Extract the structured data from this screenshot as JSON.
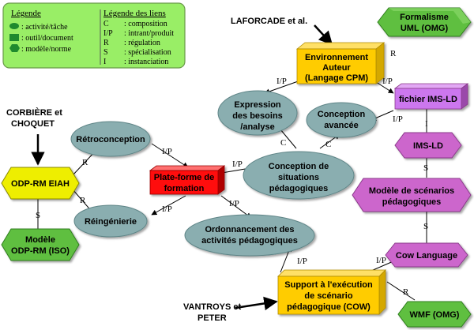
{
  "legend": {
    "title_left": "Légende",
    "items": [
      {
        "icon": "ellipse",
        "text": ": activité/tâche"
      },
      {
        "icon": "rectangle",
        "text": ": outil/document"
      },
      {
        "icon": "hexagon",
        "text": ": modèle/norme"
      }
    ],
    "title_right": "Légende des liens",
    "links": [
      {
        "code": "C",
        "text": ": composition"
      },
      {
        "code": "I/P",
        "text": ": intrant/produit"
      },
      {
        "code": "R",
        "text": ": régulation"
      },
      {
        "code": "S",
        "text": ": spécialisation"
      },
      {
        "code": "I",
        "text": ": instanciation"
      }
    ],
    "colors": {
      "background": "#99ee66",
      "border": "#6a9a4a",
      "shape": "#1f8a2e"
    }
  },
  "authors": {
    "laforcade": "LAFORCADE et al.",
    "corbiere": [
      "CORBIÈRE et",
      "CHOQUET"
    ],
    "vantroys": [
      "VANTROYS et",
      "PETER"
    ]
  },
  "nodes": {
    "formalisme_uml": [
      "Formalisme",
      "UML (OMG)"
    ],
    "environnement_auteur": [
      "Environnement",
      "Auteur",
      "(Langage CPM)"
    ],
    "fichier_ims_ld": [
      "fichier IMS-LD"
    ],
    "expression_besoins": [
      "Expression",
      "des besoins",
      "/analyse"
    ],
    "conception_avancee": [
      "Conception",
      "avancée"
    ],
    "ims_ld": [
      "IMS-LD"
    ],
    "retroconception": [
      "Rétroconception"
    ],
    "plate_forme": [
      "Plate-forme de",
      "formation"
    ],
    "conception_situations": [
      "Conception de",
      "situations",
      "pédagogiques"
    ],
    "odp_rm_eiah": [
      "ODP-RM EIAH"
    ],
    "modele_scenarios": [
      "Modèle de scénarios",
      "pédagogiques"
    ],
    "reingenierie": [
      "Réingénierie"
    ],
    "ordonnancement": [
      "Ordonnancement des",
      "activités pédagogiques"
    ],
    "modele_odp_rm": [
      "Modèle",
      "ODP-RM (ISO)"
    ],
    "cow_language": [
      "Cow Language"
    ],
    "support_execution": [
      "Support à l'exécution",
      "de scénario",
      "pédagogique (COW)"
    ],
    "wmf_omg": [
      "WMF (OMG)"
    ]
  },
  "edge_labels": {
    "r": "R",
    "ip": "I/P",
    "c": "C",
    "s": "S",
    "i": "I"
  },
  "colors": {
    "activity": "#8aaeb0",
    "activity_edge": "#5f8587",
    "model_green": "#5fbf40",
    "model_green_dark": "#2e7d1e",
    "model_purple": "#cc66cc",
    "model_purple_dark": "#8a3a8a",
    "tool_yellow": "#ffcc00",
    "tool_red": "#ff1010",
    "tool_violet": "#cc77ee",
    "odp_yellow": "#eeee00"
  }
}
